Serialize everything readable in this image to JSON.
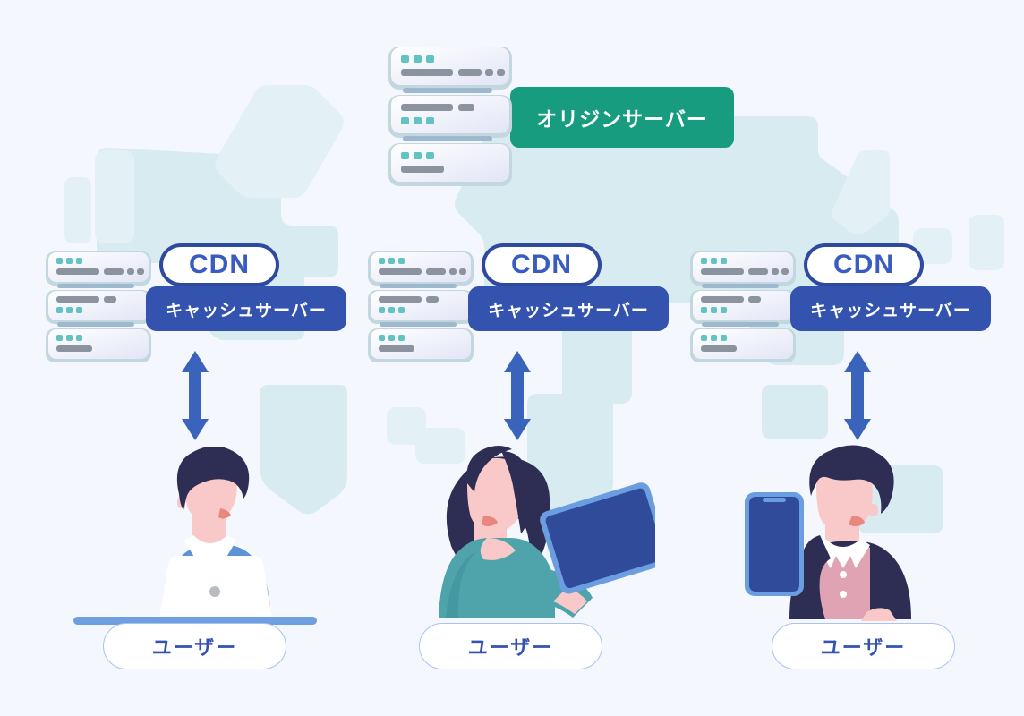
{
  "diagram": {
    "title_text_present": false,
    "background_color": "#f4f7fd",
    "map_color": "#d7ebf0",
    "map_color_alt": "#e7f2f7"
  },
  "origin": {
    "label": "オリジンサーバー",
    "box_color": "#189c7f",
    "text_color": "#ffffff"
  },
  "cdn_nodes": [
    {
      "badge": "CDN",
      "label": "キャッシュサーバー",
      "badge_border_color": "#2d4a9e",
      "badge_text_color": "#3a5cc0",
      "box_color": "#3453ae"
    },
    {
      "badge": "CDN",
      "label": "キャッシュサーバー",
      "badge_border_color": "#2d4a9e",
      "badge_text_color": "#3a5cc0",
      "box_color": "#3453ae"
    },
    {
      "badge": "CDN",
      "label": "キャッシュサーバー",
      "badge_border_color": "#2d4a9e",
      "badge_text_color": "#3a5cc0",
      "box_color": "#3453ae"
    }
  ],
  "users": [
    {
      "label": "ユーザー",
      "device": "laptop",
      "text_color": "#3453ae"
    },
    {
      "label": "ユーザー",
      "device": "tablet",
      "text_color": "#3453ae"
    },
    {
      "label": "ユーザー",
      "device": "smartphone",
      "text_color": "#3453ae"
    }
  ],
  "arrows": {
    "count": 3,
    "direction": "bidirectional-vertical",
    "color": "#3a63bb"
  },
  "icons": {
    "server_rack": "server-rack-icon",
    "arrow": "double-arrow-icon",
    "laptop": "laptop-icon",
    "tablet": "tablet-icon",
    "phone": "smartphone-icon"
  }
}
